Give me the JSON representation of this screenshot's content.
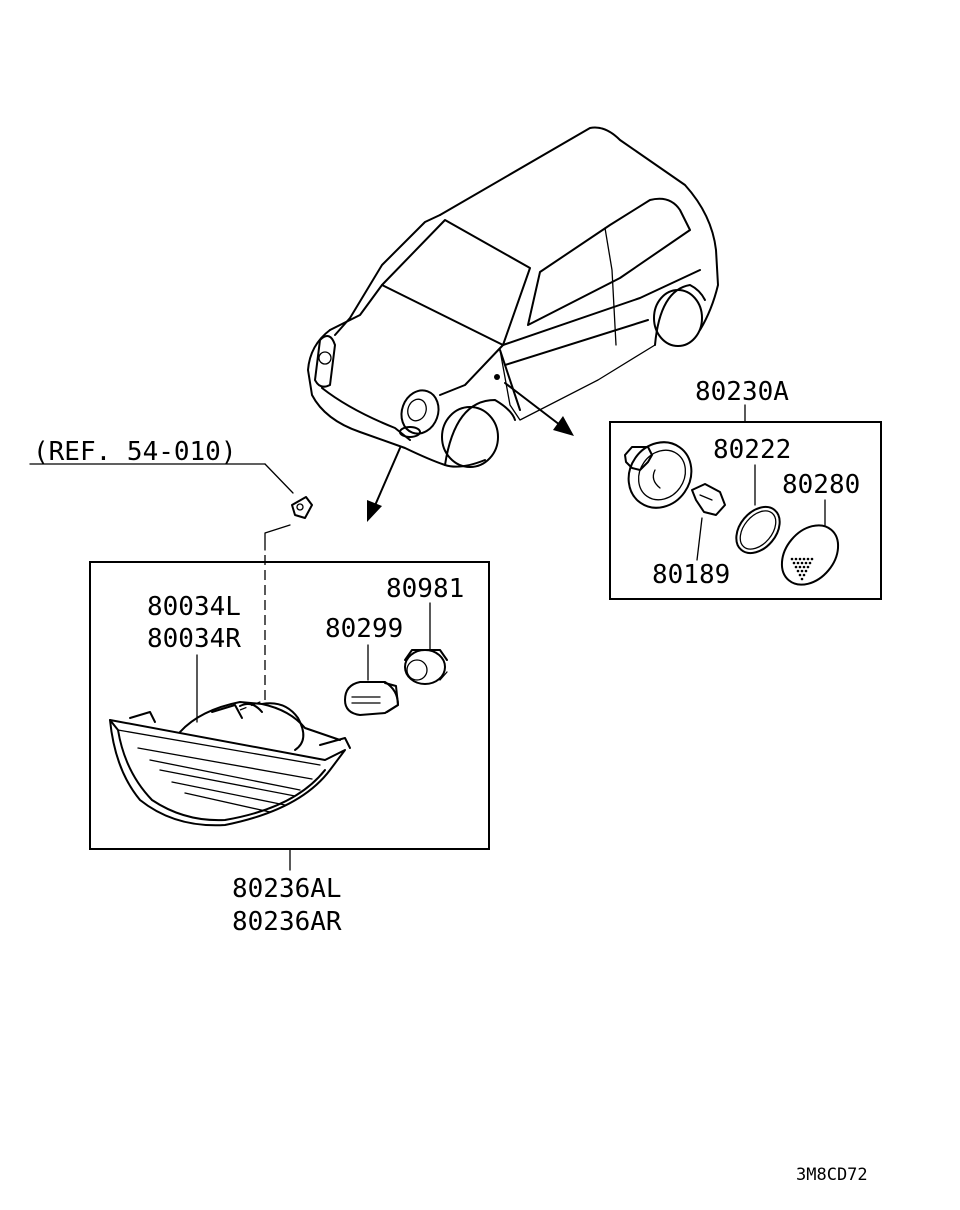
{
  "labels": {
    "ref": "(REF. 54-010)",
    "side_lamp_assy": "80230A",
    "side_gasket": "80222",
    "side_lens": "80280",
    "side_bulb": "80189",
    "lamp_housing_l": "80034L",
    "lamp_housing_r": "80034R",
    "socket": "80981",
    "bulb": "80299",
    "lamp_assy_l": "80236AL",
    "lamp_assy_r": "80236AR"
  },
  "diagram_code": "3M8CD72"
}
